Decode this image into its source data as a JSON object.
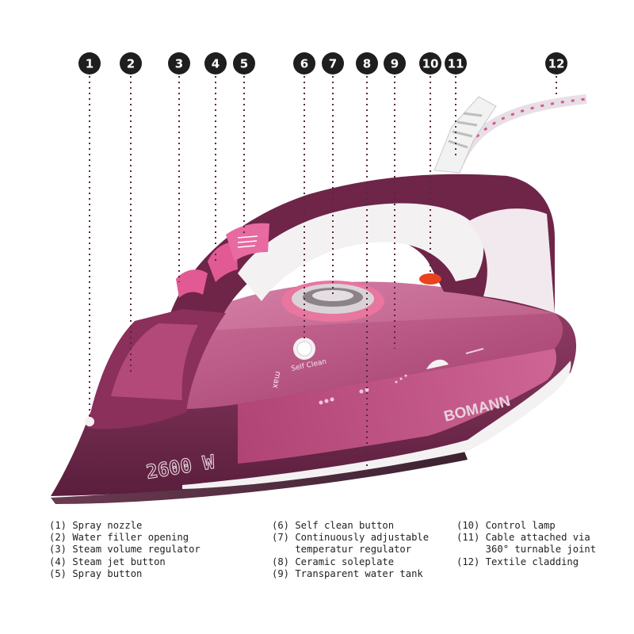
{
  "product": {
    "brand": "BOMANN",
    "power_label": "2600 W",
    "max_label": "max",
    "self_clean_label": "Self Clean"
  },
  "callouts": [
    "1",
    "2",
    "3",
    "4",
    "5",
    "6",
    "7",
    "8",
    "9",
    "10",
    "11",
    "12"
  ],
  "legend": {
    "col1": [
      "(1) Spray nozzle",
      "(2) Water filler opening",
      "(3) Steam volume regulator",
      "(4) Steam jet button",
      "(5) Spray button"
    ],
    "col2": [
      "(6) Self clean button",
      "(7) Continuously adjustable",
      "    temperatur regulator",
      "(8) Ceramic soleplate",
      "(9) Transparent water tank"
    ],
    "col3": [
      "(10) Control lamp",
      "(11) Cable attached via",
      "     360° turnable joint",
      "(12) Textile cladding"
    ]
  },
  "colors": {
    "body_plum": "#7a2d52",
    "body_dark": "#5b1f3d",
    "tank_pink": "#c25a88",
    "accent_pink": "#e25a93",
    "white_shell": "#f4f1f3",
    "lamp_red": "#e8431e",
    "callout_fill": "#1e1e1e",
    "leader_line": "#5a2540"
  }
}
